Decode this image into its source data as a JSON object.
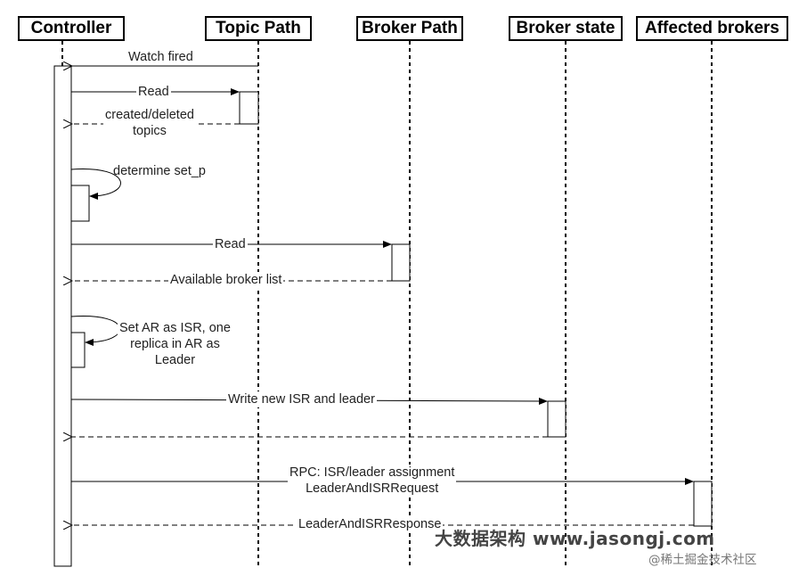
{
  "participants": {
    "controller": "Controller",
    "topic_path": "Topic Path",
    "broker_path": "Broker Path",
    "broker_state": "Broker state",
    "affected_brokers": "Affected brokers"
  },
  "messages": {
    "watch_fired": "Watch fired",
    "read_topic": "Read",
    "created_deleted": "created/deleted\ntopics",
    "determine_set": "determine set_p",
    "read_broker": "Read",
    "available_brokers": "Available broker list",
    "set_ar_isr": "Set AR as ISR, one\nreplica in AR as\nLeader",
    "write_isr": "Write new ISR and leader",
    "rpc_request": "RPC:  ISR/leader assignment\nLeaderAndISRRequest",
    "response": "LeaderAndISRResponse"
  },
  "watermark": {
    "main": "大数据架构 www.jasongj.com",
    "sub": "@稀土掘金技术社区"
  }
}
